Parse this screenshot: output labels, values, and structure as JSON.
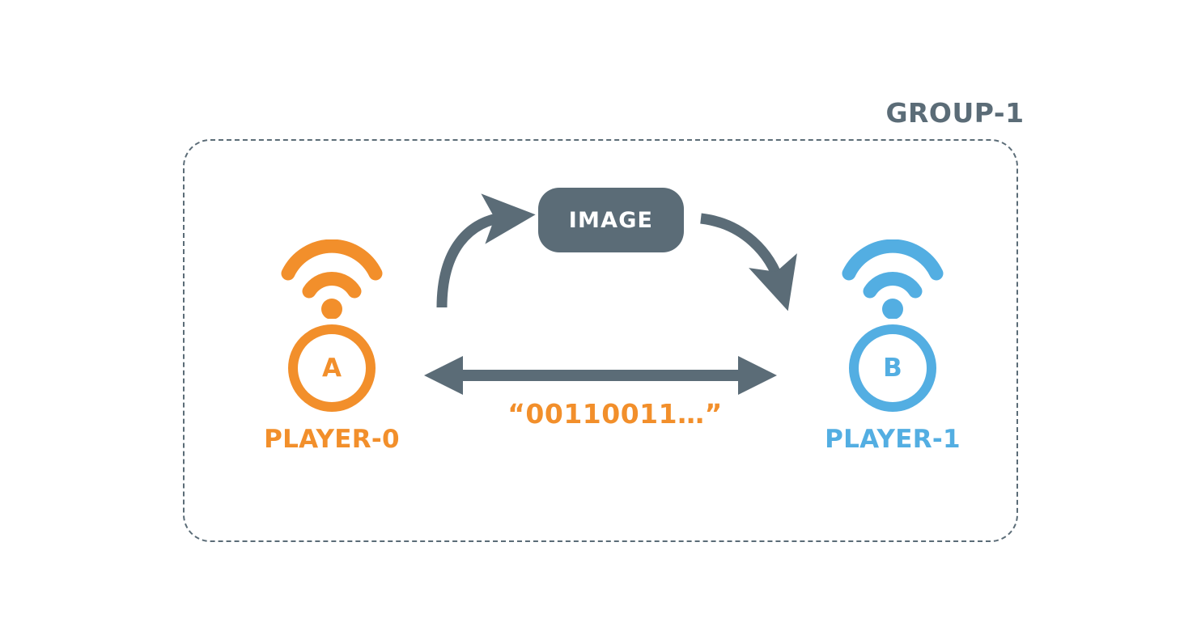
{
  "diagram": {
    "title": "GROUP-1",
    "container": {
      "name": "group-container",
      "border_style": "dashed"
    },
    "image_node": {
      "label": "IMAGE",
      "color": "#5B6C77",
      "text_color": "#FFFFFF"
    },
    "players": [
      {
        "id": "player-0",
        "letter": "A",
        "label": "PLAYER-0",
        "color": "#F28F2B",
        "icon": "wifi-icon"
      },
      {
        "id": "player-1",
        "letter": "B",
        "label": "PLAYER-1",
        "color": "#53AEE2",
        "icon": "wifi-icon"
      }
    ],
    "message": {
      "text": "“00110011…”",
      "color": "#F28F2B"
    },
    "arrows": [
      {
        "name": "arrow-player0-to-image",
        "direction": "up-right",
        "style": "curved",
        "color": "#5B6C77"
      },
      {
        "name": "arrow-image-to-player1",
        "direction": "down-right",
        "style": "curved",
        "color": "#5B6C77"
      },
      {
        "name": "arrow-player0-player1-bidirectional",
        "direction": "bidirectional",
        "style": "straight",
        "color": "#5B6C77"
      }
    ],
    "colors": {
      "slate": "#5B6C77",
      "orange": "#F28F2B",
      "blue": "#53AEE2",
      "background": "#FFFFFF"
    }
  }
}
